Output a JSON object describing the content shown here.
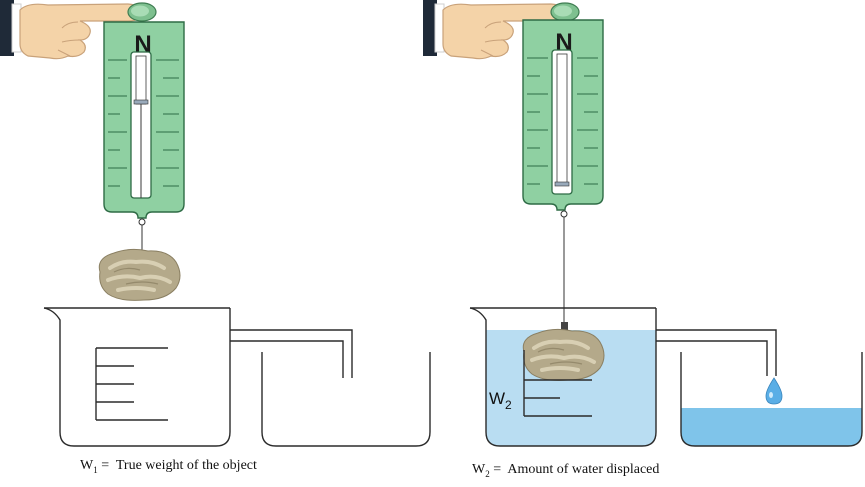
{
  "left": {
    "scale_unit": "N",
    "caption": {
      "symbol": "W",
      "subscript": "1",
      "equals": "=",
      "text": "True weight of the object"
    }
  },
  "right": {
    "scale_unit": "N",
    "level_label": {
      "symbol": "W",
      "subscript": "2"
    },
    "caption": {
      "symbol": "W",
      "subscript": "2",
      "equals": "=",
      "text": "Amount of water displaced"
    }
  },
  "colors": {
    "scale_green": "#8fd0a2",
    "water": "#b9ddf2",
    "water_catch": "#7fc4ea",
    "drop": "#5aaee6",
    "stone": "#b4a98a",
    "skin": "#f4d3a8",
    "sleeve": "#1f2a38",
    "line": "#2b2b2b"
  },
  "icons": [
    "hand-pressing-icon",
    "spring-scale-icon",
    "stone-icon",
    "beaker-icon",
    "water-drop-icon"
  ]
}
